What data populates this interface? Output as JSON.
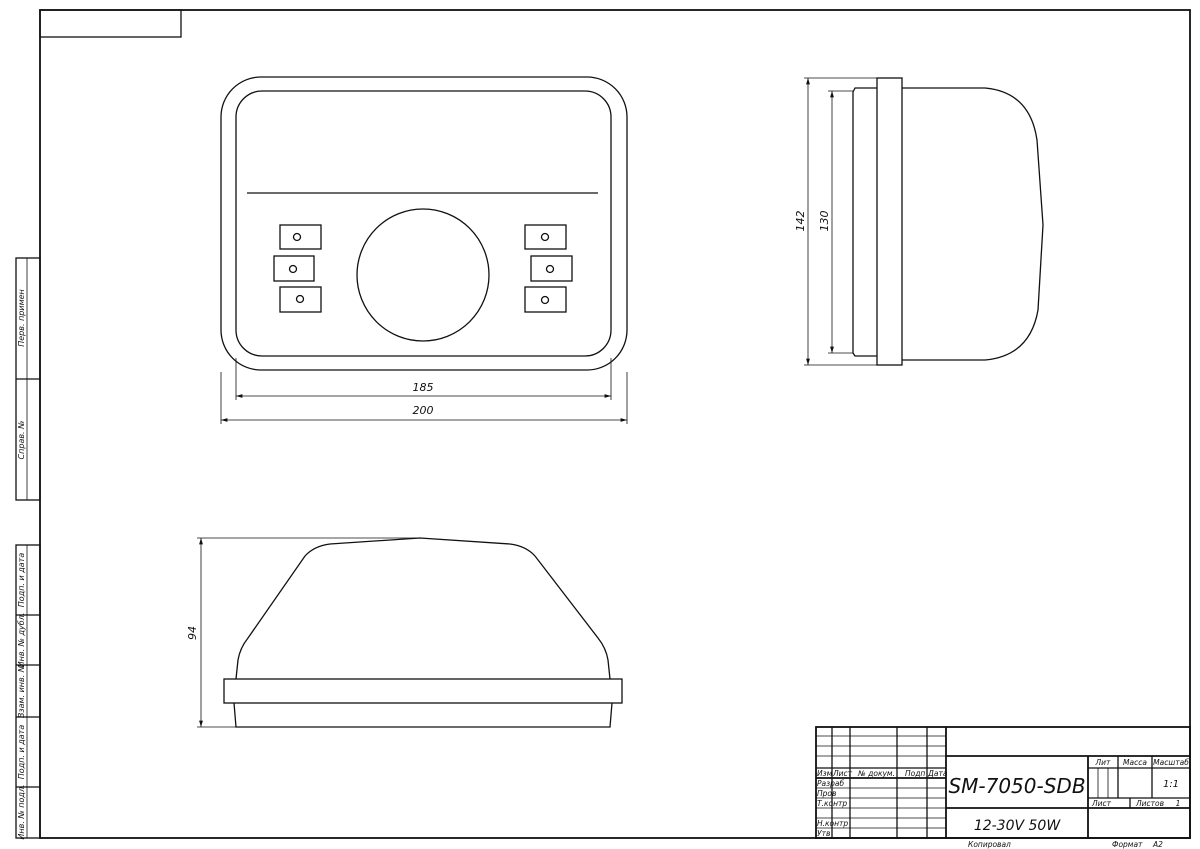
{
  "dimensions": {
    "front_inner_width": "185",
    "front_outer_width": "200",
    "side_outer_height": "142",
    "side_inner_height": "130",
    "profile_height": "94"
  },
  "side_strip": {
    "labels": [
      "Перв. примен",
      "Справ. №",
      "Подп. и дата",
      "Инв. № дубл.",
      "Взам. инв. №",
      "Подп. и дата",
      "Инв. № подл."
    ]
  },
  "title_block": {
    "designation": "SM-7050-SDB",
    "name": "12-30V 50W",
    "header_cols": [
      "Изм",
      "Лист",
      "№ докум.",
      "Подп",
      "Дата"
    ],
    "roles": [
      "Разраб",
      "Пров",
      "Т.контр",
      "",
      "Н.контр",
      "Утв"
    ],
    "lit_label": "Лит",
    "mass_label": "Масса",
    "scale_label": "Масштаб",
    "scale_value": "1:1",
    "sheet_label": "Лист",
    "sheets_label": "Листов",
    "sheets_value": "1",
    "copied_label": "Копировал",
    "format_label": "Формат",
    "format_value": "A2"
  }
}
